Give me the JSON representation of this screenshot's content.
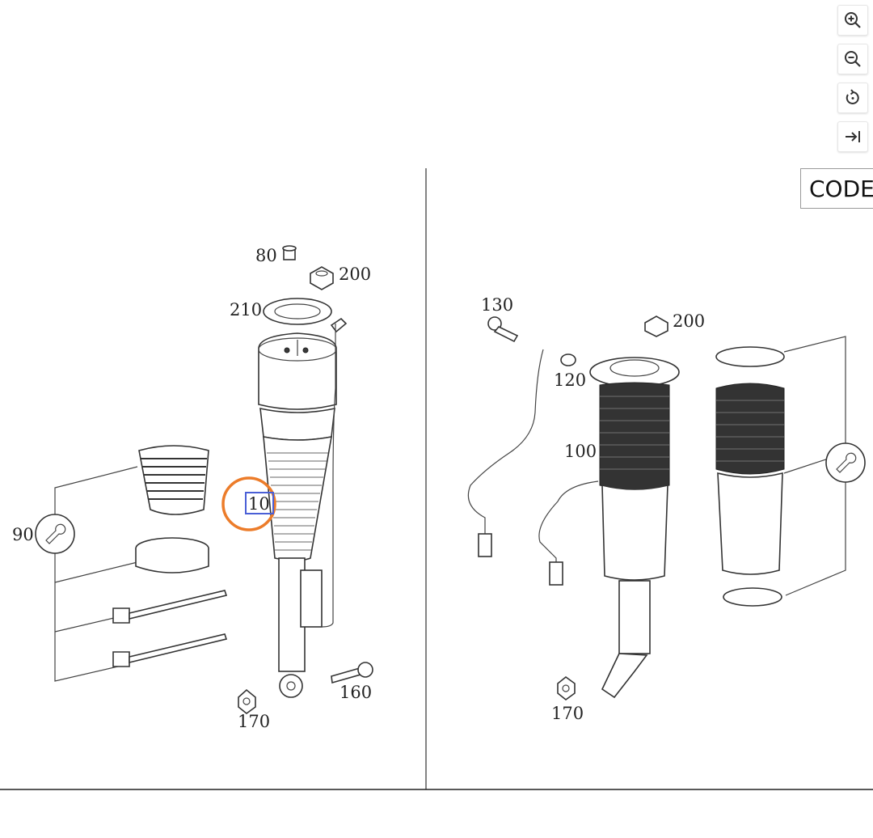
{
  "toolbar": {
    "zoom_in_icon": "zoom-in-icon",
    "zoom_out_icon": "zoom-out-icon",
    "reset_icon": "rotate-reset-icon",
    "expand_icon": "arrow-right-bar-icon"
  },
  "code_button": {
    "label": "CODE"
  },
  "callouts": {
    "c80": "80",
    "c200a": "200",
    "c210": "210",
    "c10": "10",
    "c90": "90",
    "c160": "160",
    "c170a": "170",
    "c130": "130",
    "c200b": "200",
    "c120": "120",
    "c100": "100",
    "c170b": "170"
  },
  "colors": {
    "highlight": "#ec7c2a",
    "selection_box": "#4a5fd6",
    "line": "#333333"
  }
}
